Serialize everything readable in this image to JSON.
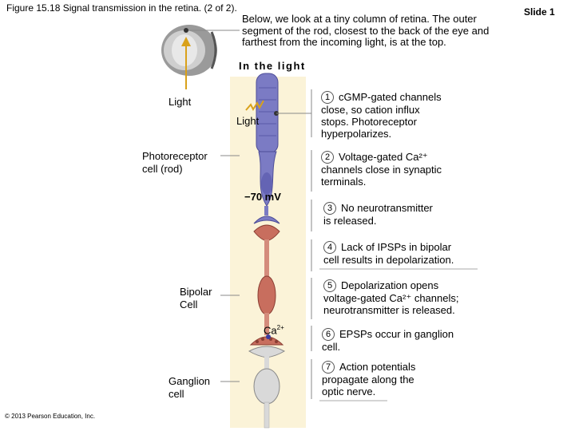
{
  "figure_title": "Figure 15.18  Signal transmission in the retina. (2 of 2).",
  "slide_label": "Slide 1",
  "intro_text": "Below, we look at a tiny column of retina. The outer segment of the rod, closest to the back of the eye and farthest from the incoming light, is at the top.",
  "in_light_heading": "In the light",
  "labels": {
    "light_left": "Light",
    "light_rod": "Light",
    "photoreceptor": "Photoreceptor\ncell (rod)",
    "membrane_potential": "−70 mV",
    "bipolar": "Bipolar\nCell",
    "ca": "Ca",
    "ca_sup": "2+",
    "ganglion": "Ganglion\ncell"
  },
  "steps": [
    {
      "num": "1",
      "text": "cGMP-gated channels\nclose, so cation influx\nstops. Photoreceptor\nhyperpolarizes."
    },
    {
      "num": "2",
      "text": "Voltage-gated Ca²⁺\nchannels close in synaptic\nterminals."
    },
    {
      "num": "3",
      "text": "No neurotransmitter\nis released."
    },
    {
      "num": "4",
      "text": "Lack of IPSPs in bipolar\ncell results in depolarization."
    },
    {
      "num": "5",
      "text": "Depolarization opens\nvoltage-gated Ca²⁺ channels;\nneurotransmitter is released."
    },
    {
      "num": "6",
      "text": "EPSPs occur in ganglion\ncell."
    },
    {
      "num": "7",
      "text": "Action potentials\npropagate along the\noptic nerve."
    }
  ],
  "copyright": "© 2013 Pearson Education, Inc.",
  "colors": {
    "retina_column": "#fbf3d8",
    "rod": "#7b7bc4",
    "bipolar": "#c86e5e",
    "ganglion": "#d9d9d9",
    "ca_ion": "#3a3aa0"
  }
}
